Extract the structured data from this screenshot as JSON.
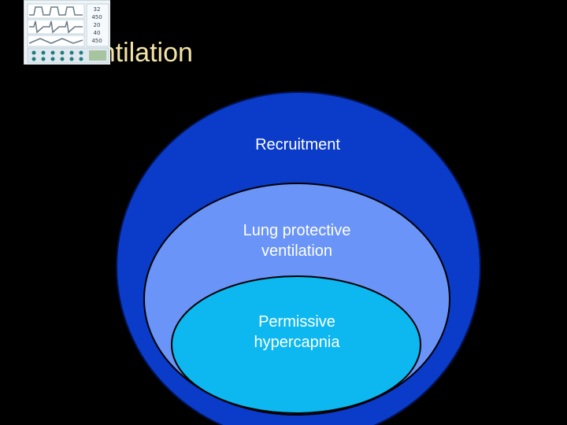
{
  "title": "Ventilation",
  "colors": {
    "outer": "#0a3bc9",
    "middle": "#6a94f7",
    "inner": "#0cb8ef",
    "title": "#f3e3a8"
  },
  "layers": [
    {
      "id": "outer",
      "label": "Recruitment"
    },
    {
      "id": "middle",
      "label": "Lung protective ventilation"
    },
    {
      "id": "inner",
      "label": "Permissive hypercapnia"
    }
  ],
  "thumbnail": {
    "icon": "ventilator-screen-icon",
    "readouts": [
      "32",
      "450",
      "20",
      "40",
      "450"
    ]
  }
}
